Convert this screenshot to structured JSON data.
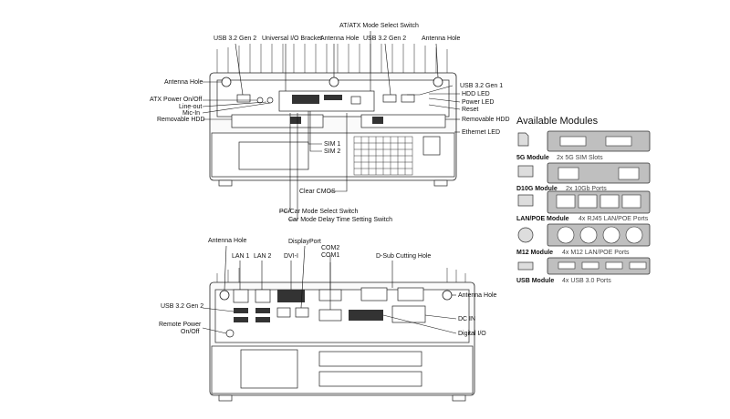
{
  "top_view": {
    "labels": {
      "atx_switch": "AT/ATX Mode Select Switch",
      "usb_gen2_left": "USB 3.2 Gen 2",
      "universal_io": "Universal I/O Bracket",
      "antenna_mid": "Antenna Hole",
      "usb_gen2_mid": "USB 3.2 Gen 2",
      "antenna_right": "Antenna Hole",
      "antenna_left": "Antenna Hole",
      "usb_gen1": "USB 3.2 Gen 1",
      "atx_power": "ATX Power On/Off",
      "line_out": "Line-out",
      "mic_in": "Mic-In",
      "removable_hdd_left": "Removable HDD",
      "hdd_led": "HDD LED",
      "power_led": "Power LED",
      "reset": "Reset",
      "removable_hdd_right": "Removable HDD",
      "ethernet_led": "Ethernet LED",
      "sim1": "SIM 1",
      "sim2": "SIM 2",
      "clear_cmos": "Clear CMOS",
      "pc_car_switch": "PC/Car Mode Select Switch",
      "car_delay": "Car Mode Delay Time Setting Switch"
    }
  },
  "bottom_view": {
    "labels": {
      "antenna_left": "Antenna Hole",
      "lan1": "LAN 1",
      "lan2": "LAN 2",
      "dvi": "DVI-I",
      "displayport": "DisplayPort",
      "com2": "COM2",
      "com1": "COM1",
      "dsub": "D-Sub Cutting Hole",
      "antenna_right": "Antenna Hole",
      "usb_gen2": "USB 3.2 Gen 2",
      "remote_power": "Remote Power",
      "remote_power_2": "On/Off",
      "dc_in": "DC IN",
      "digital_io": "Digital I/O"
    }
  },
  "modules_panel": {
    "title": "Available Modules",
    "items": [
      {
        "name": "5G Module",
        "desc": "2x 5G SIM Slots",
        "icon": "sim-card-icon"
      },
      {
        "name": "D10G Module",
        "desc": "2x 10Gb Ports",
        "icon": "rj45-port-icon"
      },
      {
        "name": "LAN/POE Module",
        "desc": "4x RJ45 LAN/POE Ports",
        "icon": "rj45-port-icon"
      },
      {
        "name": "M12 Module",
        "desc": "4x M12 LAN/POE Ports",
        "icon": "m12-connector-icon"
      },
      {
        "name": "USB Module",
        "desc": "4x USB 3.0 Ports",
        "icon": "usb-port-icon"
      }
    ]
  }
}
